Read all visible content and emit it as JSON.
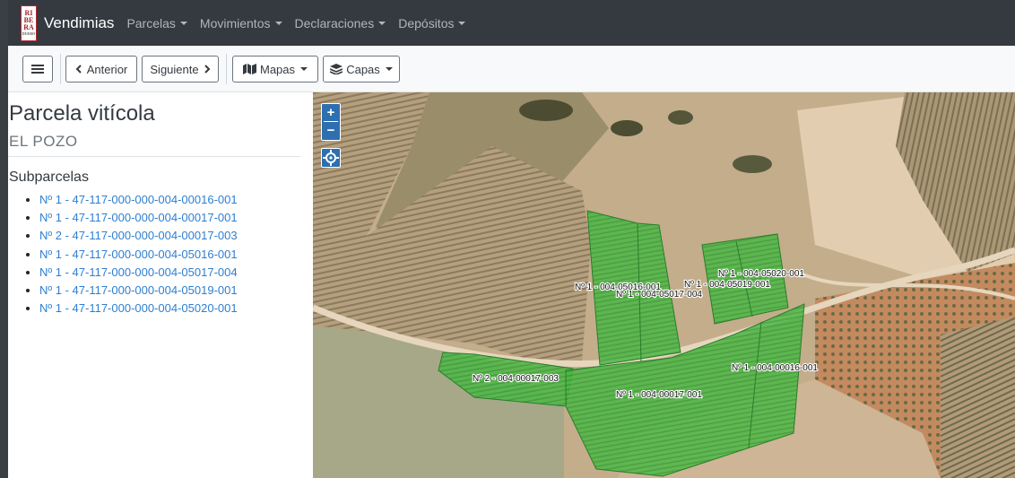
{
  "navbar": {
    "logo_lines": [
      "RI",
      "BE",
      "RA",
      "DUERO"
    ],
    "brand": "Vendimias",
    "menus": [
      {
        "label": "Parcelas"
      },
      {
        "label": "Movimientos"
      },
      {
        "label": "Declaraciones"
      },
      {
        "label": "Depósitos"
      }
    ]
  },
  "toolbar": {
    "menu_icon": "hamburger-icon",
    "prev_label": "Anterior",
    "next_label": "Siguiente",
    "maps_label": "Mapas",
    "layers_label": "Capas"
  },
  "parcel": {
    "heading": "Parcela vitícola",
    "name": "EL POZO",
    "subparcels_title": "Subparcelas",
    "subparcels": [
      "Nº 1 - 47-117-000-000-004-00016-001",
      "Nº 1 - 47-117-000-000-004-00017-001",
      "Nº 2 - 47-117-000-000-004-00017-003",
      "Nº 1 - 47-117-000-000-004-05016-001",
      "Nº 1 - 47-117-000-000-004-05017-004",
      "Nº 1 - 47-117-000-000-004-05019-001",
      "Nº 1 - 47-117-000-000-004-05020-001"
    ]
  },
  "map": {
    "zoom_in": "+",
    "zoom_out": "−",
    "locate_icon": "crosshair-icon",
    "polygon_fill": "#41b83d",
    "labels": [
      "Nº 1 - 004-05016-001",
      "Nº 1 - 004-05017-004",
      "Nº 1 - 004-05019-001",
      "Nº 1 - 004-05020-001",
      "Nº 1 - 004-00016-001",
      "Nº 2 - 004-00017-003",
      "Nº 1 - 004-00017-001"
    ]
  },
  "colors": {
    "navbar_bg": "#343a40",
    "link": "#2f7fd0",
    "control_blue": "#2e6fb0"
  }
}
